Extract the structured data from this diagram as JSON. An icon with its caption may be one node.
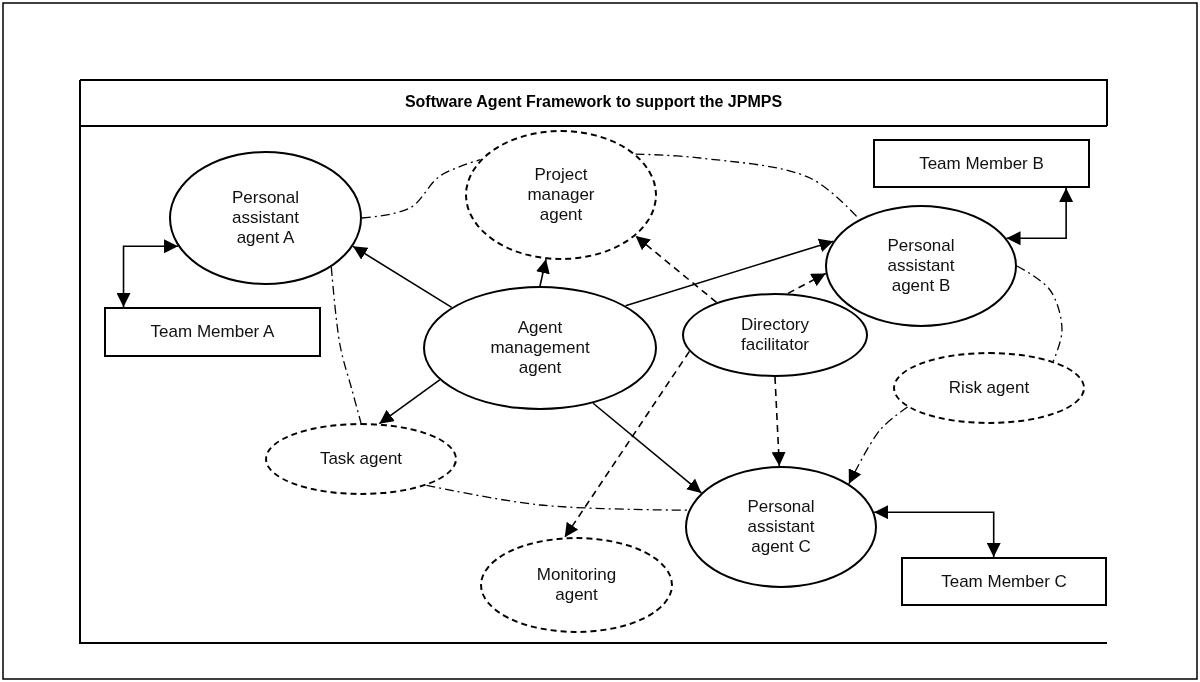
{
  "diagram": {
    "title": "Software Agent Framework to support the JPMPS",
    "nodes": [
      {
        "text": [
          "Personal assistant agent A"
        ]
      },
      {
        "text": [
          "Project manager agent"
        ]
      },
      {
        "text": [
          "Team Member B"
        ]
      },
      {
        "text": [
          "Personal assistant agent B"
        ]
      },
      {
        "text": [
          "Team Member A"
        ]
      },
      {
        "text": [
          "Agent management agent"
        ]
      },
      {
        "text": [
          "Directory facilitator"
        ]
      },
      {
        "text": [
          "Risk agent"
        ]
      },
      {
        "text": [
          "Task agent"
        ]
      },
      {
        "text": [
          "Personal assistant agent C"
        ]
      },
      {
        "text": [
          "Monitoring agent"
        ]
      },
      {
        "text": [
          "Team Member C"
        ]
      }
    ],
    "edges": [
      {
        "from": 5,
        "to": 0,
        "arrow": "to"
      },
      {
        "from": 5,
        "to": 1,
        "arrow": "to"
      },
      {
        "from": 5,
        "to": 3,
        "arrow": "to"
      },
      {
        "from": 5,
        "to": 8,
        "arrow": "to"
      },
      {
        "from": 5,
        "to": 9,
        "arrow": "to"
      },
      {
        "from": 6,
        "to": 1,
        "arrow": "to",
        "style": "dashed"
      },
      {
        "from": 6,
        "to": 3,
        "arrow": "to",
        "style": "dashed"
      },
      {
        "from": 6,
        "to": 9,
        "arrow": "to",
        "style": "dashed"
      },
      {
        "from": 6,
        "to": 10,
        "arrow": "to",
        "style": "dashed"
      },
      {
        "from": 7,
        "to": 9,
        "arrow": "to",
        "style": "dashed"
      },
      {
        "from": 0,
        "to": 4,
        "arrow": "both"
      },
      {
        "from": 3,
        "to": 2,
        "arrow": "both"
      },
      {
        "from": 9,
        "to": 11,
        "arrow": "both"
      },
      {
        "from": 0,
        "to": 1,
        "arrow": "none",
        "style": "dashed"
      },
      {
        "from": 1,
        "to": 3,
        "arrow": "none",
        "style": "dashed"
      },
      {
        "from": 3,
        "to": 7,
        "arrow": "none",
        "style": "dashed"
      },
      {
        "from": 8,
        "to": 9,
        "arrow": "none",
        "style": "dashed"
      },
      {
        "from": 0,
        "to": 8,
        "arrow": "none",
        "style": "dashed"
      }
    ]
  }
}
